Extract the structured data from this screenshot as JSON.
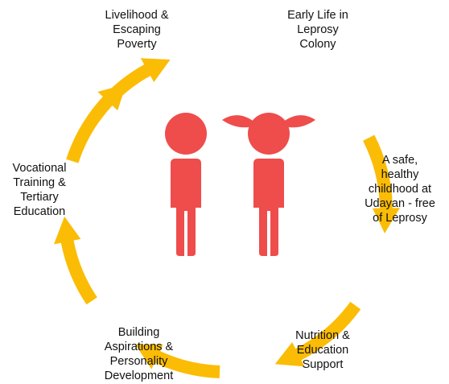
{
  "diagram": {
    "arrow_color": "#fbbc05",
    "figure_color": "#ef4c4c",
    "figures": [
      {
        "name": "boy-figure-icon"
      },
      {
        "name": "girl-figure-icon"
      }
    ],
    "stages": [
      {
        "id": "livelihood",
        "label": "Livelihood &\nEscaping\nPoverty"
      },
      {
        "id": "early-life",
        "label": "Early Life in\nLeprosy\nColony"
      },
      {
        "id": "childhood",
        "label": "A safe,\nhealthy\nchildhood at\nUdayan - free\nof Leprosy"
      },
      {
        "id": "nutrition",
        "label": "Nutrition &\nEducation\nSupport"
      },
      {
        "id": "aspirations",
        "label": "Building\nAspirations &\nPersonality\nDevelopment"
      },
      {
        "id": "vocational",
        "label": "Vocational\nTraining &\nTertiary\nEducation"
      }
    ]
  }
}
